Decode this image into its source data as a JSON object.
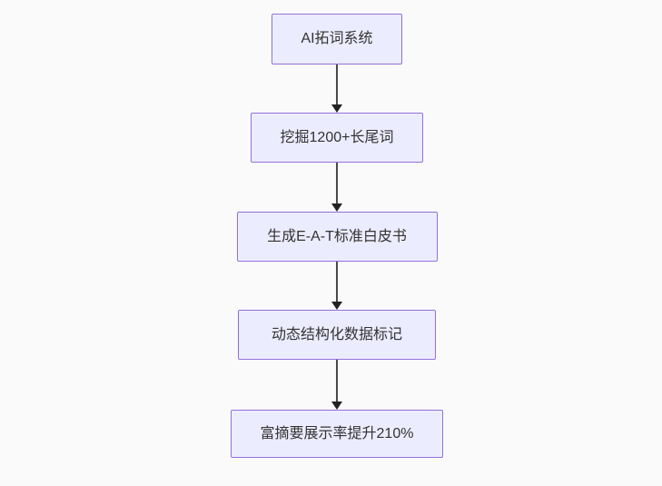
{
  "diagram": {
    "type": "flowchart",
    "direction": "top-down",
    "nodes": [
      {
        "id": "n1",
        "label": "AI拓词系统"
      },
      {
        "id": "n2",
        "label": "挖掘1200+长尾词"
      },
      {
        "id": "n3",
        "label": "生成E-A-T标准白皮书"
      },
      {
        "id": "n4",
        "label": "动态结构化数据标记"
      },
      {
        "id": "n5",
        "label": "富摘要展示率提升210%"
      }
    ],
    "edges": [
      {
        "from": "n1",
        "to": "n2"
      },
      {
        "from": "n2",
        "to": "n3"
      },
      {
        "from": "n3",
        "to": "n4"
      },
      {
        "from": "n4",
        "to": "n5"
      }
    ],
    "colors": {
      "background": "#fafafa",
      "node_fill": "#ECECFF",
      "node_border": "#9370DB",
      "edge_line": "#4a4a4a",
      "arrowhead": "#222222",
      "text": "#333333"
    }
  }
}
